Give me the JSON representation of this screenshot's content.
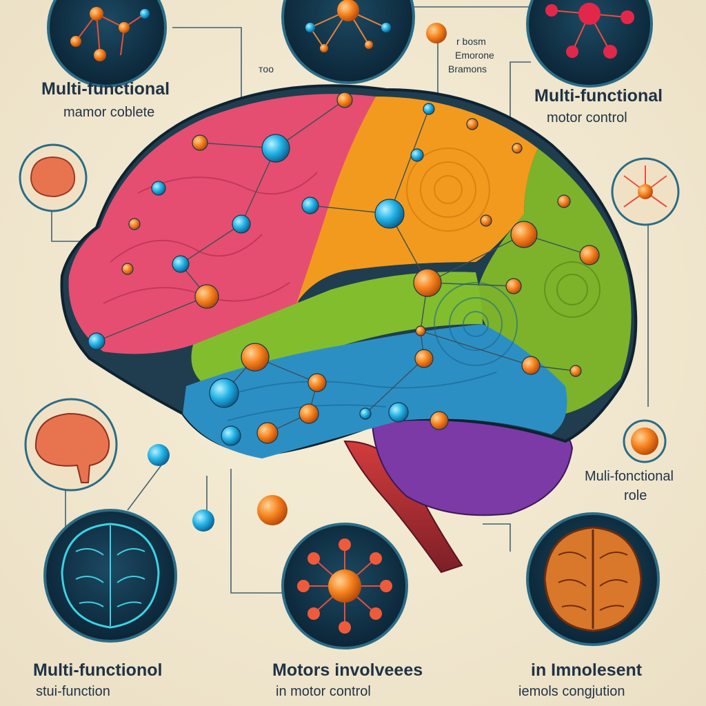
{
  "labels": {
    "top_left_title": "Multi-functional",
    "top_left_subtitle": "mamor coblete",
    "small_marker": "ᴛᴏᴏ",
    "center_note_1": "r bosm",
    "center_note_2": "Emorone",
    "center_note_3": "Bramons",
    "top_right_title": "Multi-functional",
    "top_right_subtitle": "motor control",
    "right_title": "Muli-fonctional",
    "right_subtitle": "role",
    "bottom_left_title": "Multi-functionol",
    "bottom_left_subtitle": "stui-function",
    "bottom_center_title": "Motors involveees",
    "bottom_center_subtitle": "in motor control",
    "bottom_right_title": "in Imnolesent",
    "bottom_right_subtitle": "iemols congjution"
  },
  "colors": {
    "background": "#efe6cf",
    "frontal_lobe": "#e54e71",
    "parietal_lobe": "#f29a1d",
    "occipital_lobe": "#7cb32a",
    "temporal_lobe": "#2c8fc4",
    "cerebellum": "#7b3aa6",
    "brain_stem": "#d33c3c",
    "node_blue": "#23b3e6",
    "node_orange": "#f7841f",
    "text": "#1f3346"
  },
  "icons": [
    "neuron-network-icon",
    "brain-top-view-icon",
    "brain-side-view-icon",
    "brain-node-icon"
  ]
}
